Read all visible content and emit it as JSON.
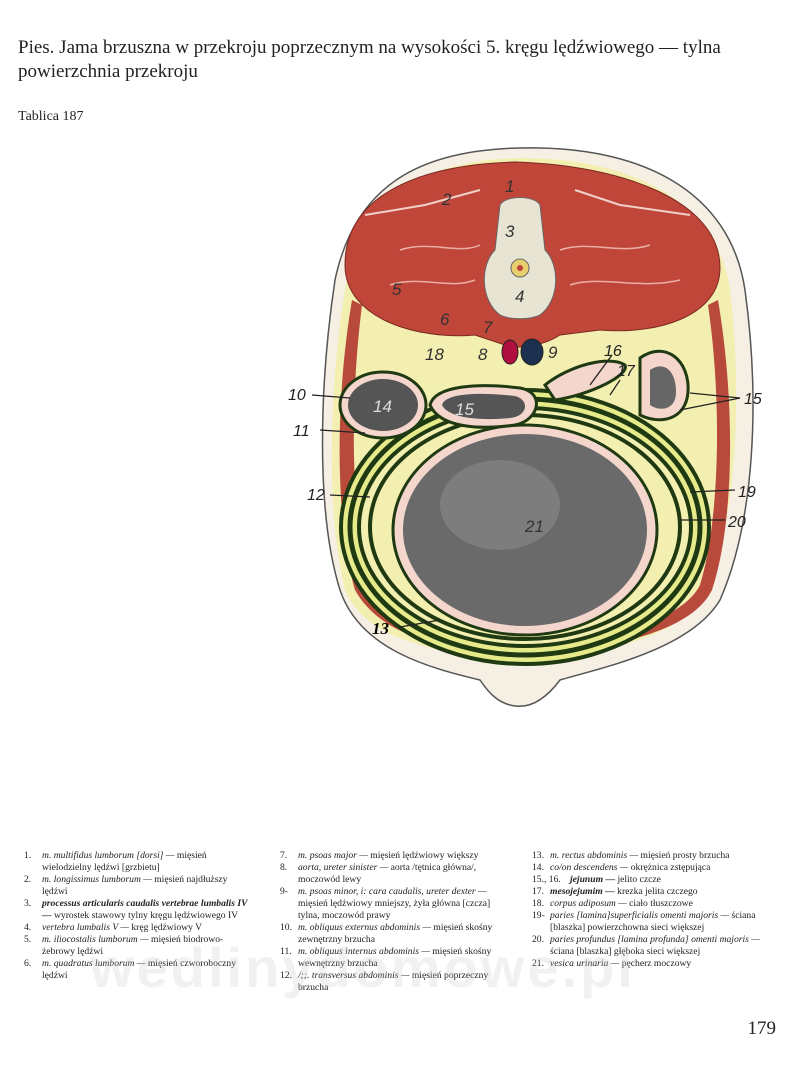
{
  "title": "Pies. Jama brzuszna w przekroju poprzecznym na wysokości 5. kręgu lędźwiowego — tylna powierzchnia przekroju",
  "plate": "Tablica 187",
  "figure": {
    "labels": {
      "l1": "1",
      "l2": "2",
      "l3": "3",
      "l4": "4",
      "l5": "5",
      "l6": "6",
      "l7": "7",
      "l8": "8",
      "l9": "9",
      "l10": "10",
      "l11": "11",
      "l12": "12",
      "l13": "13",
      "l14": "14",
      "l15a": "15",
      "l15b": "15",
      "l16": "16",
      "l17": "17",
      "l18": "18",
      "l19": "19",
      "l20": "20",
      "l21": "21"
    },
    "colors": {
      "muscle": "#c0463a",
      "fat": "#f3efb0",
      "mesentery": "#1f3a12",
      "organ": "#555555",
      "skin": "#f5efe4"
    }
  },
  "legend": [
    {
      "num": "1.",
      "term": "m. multifidus lumborum [dorsi] —",
      "desc": "mięsień wielodzielny lędźwi [grzbietu]"
    },
    {
      "num": "2.",
      "term": "m. longissimus lumborum —",
      "desc": "mięsień najdłuższy lędźwi"
    },
    {
      "num": "3.",
      "term": "processus articularis caudalis vertebrae lumbalis IV —",
      "desc": "wyrostek stawowy tylny kręgu lędźwiowego IV"
    },
    {
      "num": "4.",
      "term": "vertebra lumbalis V —",
      "desc": "kręg lędźwiowy V"
    },
    {
      "num": "5.",
      "term": "m. iliocostalis lumborum —",
      "desc": "mięsień biodrowo-żebrowy lędźwi"
    },
    {
      "num": "6.",
      "term": "m. quadratus lumborum —",
      "desc": "mięsień czworoboczny lędźwi"
    },
    {
      "num": "7.",
      "term": "m. psoas major —",
      "desc": "mięsień lędźwiowy większy"
    },
    {
      "num": "8.",
      "term": "aorta, ureter sinister —",
      "desc": "aorta /tętnica główna/, moczowód lewy"
    },
    {
      "num": "9-",
      "term": "m. psoas minor, i: cara caudalis, ureter dexter —",
      "desc": "mięsień lędźwiowy mniejszy, żyła główna [czcza] tylna, moczowód prawy"
    },
    {
      "num": "10.",
      "term": "m. obliquus externus abdominis —",
      "desc": "mięsień skośny zewnętrzny brzucha"
    },
    {
      "num": "11.",
      "term": "m. obliquus internus abdominis —",
      "desc": "mięsień skośny wewnętrzny brzucha"
    },
    {
      "num": "12.",
      "term": "/;;. transversus abdominis —",
      "desc": "mięsień poprzeczny brzucha"
    },
    {
      "num": "13.",
      "term": "m. rectus abdominis —",
      "desc": "mięsień prosty brzucha"
    },
    {
      "num": "14.",
      "term": "co/on descendens —",
      "desc": "okrężnica zstępująca"
    },
    {
      "num": "15., 16.",
      "term": "jejunum —",
      "desc": "jelito czcze"
    },
    {
      "num": "17.",
      "term": "mesojejumim —",
      "desc": "krezka jelita czczego"
    },
    {
      "num": "18.",
      "term": "corpus adiposum —",
      "desc": "ciało tłuszczowe"
    },
    {
      "num": "19-",
      "term": "paries [lamina]superficialis omenti majoris —",
      "desc": "ściana [blaszka] powierzchowna sieci większej"
    },
    {
      "num": "20.",
      "term": "paries profundus [lamina profunda] omenti majoris —",
      "desc": "ściana [blaszka] głęboka sieci większej"
    },
    {
      "num": "21.",
      "term": "vesica urinaria —",
      "desc": "pęcherz moczowy"
    }
  ],
  "watermark": "wedlinydomowe.pl",
  "page_number": "179"
}
